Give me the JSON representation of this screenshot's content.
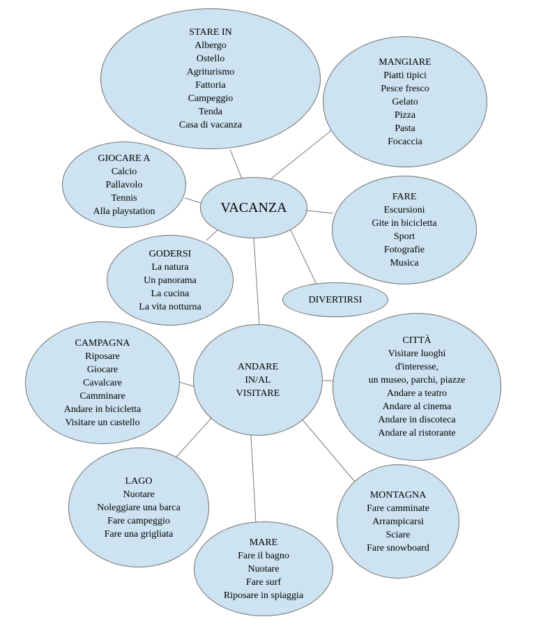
{
  "center": "VACANZA",
  "hub": [
    "ANDARE",
    "IN/AL",
    "VISITARE"
  ],
  "stare_in": [
    "STARE IN",
    "Albergo",
    "Ostello",
    "Agriturismo",
    "Fattoria",
    "Campeggio",
    "Tenda",
    "Casa di vacanza"
  ],
  "mangiare": [
    "MANGIARE",
    "Piatti tipici",
    "Pesce fresco",
    "Gelato",
    "Pizza",
    "Pasta",
    "Focaccia"
  ],
  "giocare": [
    "GIOCARE A",
    "Calcio",
    "Pallavolo",
    "Tennis",
    "Alla playstation"
  ],
  "fare": [
    "FARE",
    "Escursioni",
    "Gite in bicicletta",
    "Sport",
    "Fotografie",
    "Musica"
  ],
  "godersi": [
    "GODERSI",
    "La natura",
    "Un panorama",
    "La cucina",
    "La vita notturna"
  ],
  "divertirsi": "DIVERTIRSI",
  "campagna": [
    "CAMPAGNA",
    "Riposare",
    "Giocare",
    "Cavalcare",
    "Camminare",
    "Andare in bicicletta",
    "Visitare un castello"
  ],
  "citta": [
    "CITTÀ",
    "Visitare luoghi",
    "d'interesse,",
    "un museo, parchi, piazze",
    "Andare a teatro",
    "Andare al cinema",
    "Andare in discoteca",
    "Andare al ristorante"
  ],
  "lago": [
    "LAGO",
    "Nuotare",
    "Noleggiare una barca",
    "Fare campeggio",
    "Fare una grigliata"
  ],
  "mare": [
    "MARE",
    "Fare il bagno",
    "Nuotare",
    "Fare surf",
    "Riposare in spiaggia"
  ],
  "montagna": [
    "MONTAGNA",
    "Fare camminate",
    "Arrampicarsi",
    "Sciare",
    "Fare snowboard"
  ],
  "colors": {
    "bubble_fill": "#cde3f1",
    "bubble_border": "#6f6f6f",
    "connector": "#777777"
  }
}
